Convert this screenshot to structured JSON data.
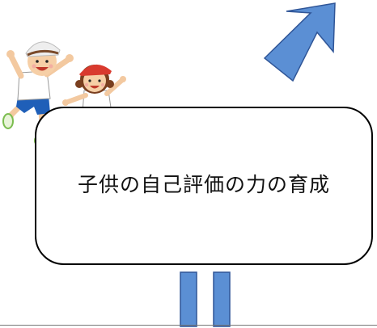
{
  "main": {
    "box_text": "子供の自己評価の力の育成"
  },
  "colors": {
    "arrow_fill": "#5B8FD4",
    "arrow_stroke": "#2F5597",
    "box_border": "#000000"
  },
  "icons": {
    "children": "jumping-children-illustration",
    "arrow_up_right": "arrow-up-right-icon",
    "arrow_down": "double-bar-arrow"
  }
}
